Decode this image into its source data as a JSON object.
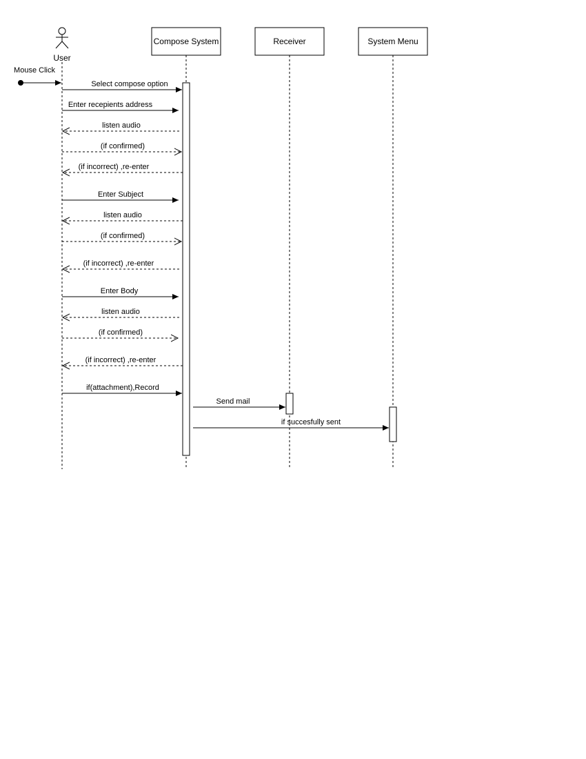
{
  "diagram": {
    "colors": {
      "stroke": "#000000",
      "background": "#ffffff"
    },
    "actor": {
      "name": "User",
      "icon": "stick-figure-icon"
    },
    "participants": [
      {
        "id": "compose",
        "label": "Compose System"
      },
      {
        "id": "receiver",
        "label": "Receiver"
      },
      {
        "id": "menu",
        "label": "System Menu"
      }
    ],
    "found_message": {
      "label": "Mouse Click"
    },
    "messages": [
      {
        "from": "User",
        "to": "Compose System",
        "label": "Select compose option",
        "style": "sync"
      },
      {
        "from": "User",
        "to": "Compose System",
        "label": "Enter recepients address",
        "style": "sync"
      },
      {
        "from": "Compose System",
        "to": "User",
        "label": "listen audio",
        "style": "return"
      },
      {
        "from": "User",
        "to": "Compose System",
        "label": "(if confirmed)",
        "style": "dashed-open"
      },
      {
        "from": "Compose System",
        "to": "User",
        "label": "(if incorrect) ,re-enter",
        "style": "return"
      },
      {
        "from": "User",
        "to": "Compose System",
        "label": "Enter Subject",
        "style": "sync"
      },
      {
        "from": "Compose System",
        "to": "User",
        "label": "listen audio",
        "style": "return"
      },
      {
        "from": "User",
        "to": "Compose System",
        "label": "(if confirmed)",
        "style": "dashed-open"
      },
      {
        "from": "Compose System",
        "to": "User",
        "label": "(if incorrect) ,re-enter",
        "style": "return"
      },
      {
        "from": "User",
        "to": "Compose System",
        "label": "Enter Body",
        "style": "sync"
      },
      {
        "from": "Compose System",
        "to": "User",
        "label": "listen  audio",
        "style": "return"
      },
      {
        "from": "User",
        "to": "Compose System",
        "label": "(if confirmed)",
        "style": "dashed-open"
      },
      {
        "from": "Compose System",
        "to": "User",
        "label": "(if incorrect) ,re-enter",
        "style": "return"
      },
      {
        "from": "User",
        "to": "Compose System",
        "label": "if(attachment),Record",
        "style": "sync"
      },
      {
        "from": "Compose System",
        "to": "Receiver",
        "label": "Send mail",
        "style": "sync"
      },
      {
        "from": "Compose System",
        "to": "System Menu",
        "label": "if succesfully sent",
        "style": "sync"
      }
    ]
  }
}
